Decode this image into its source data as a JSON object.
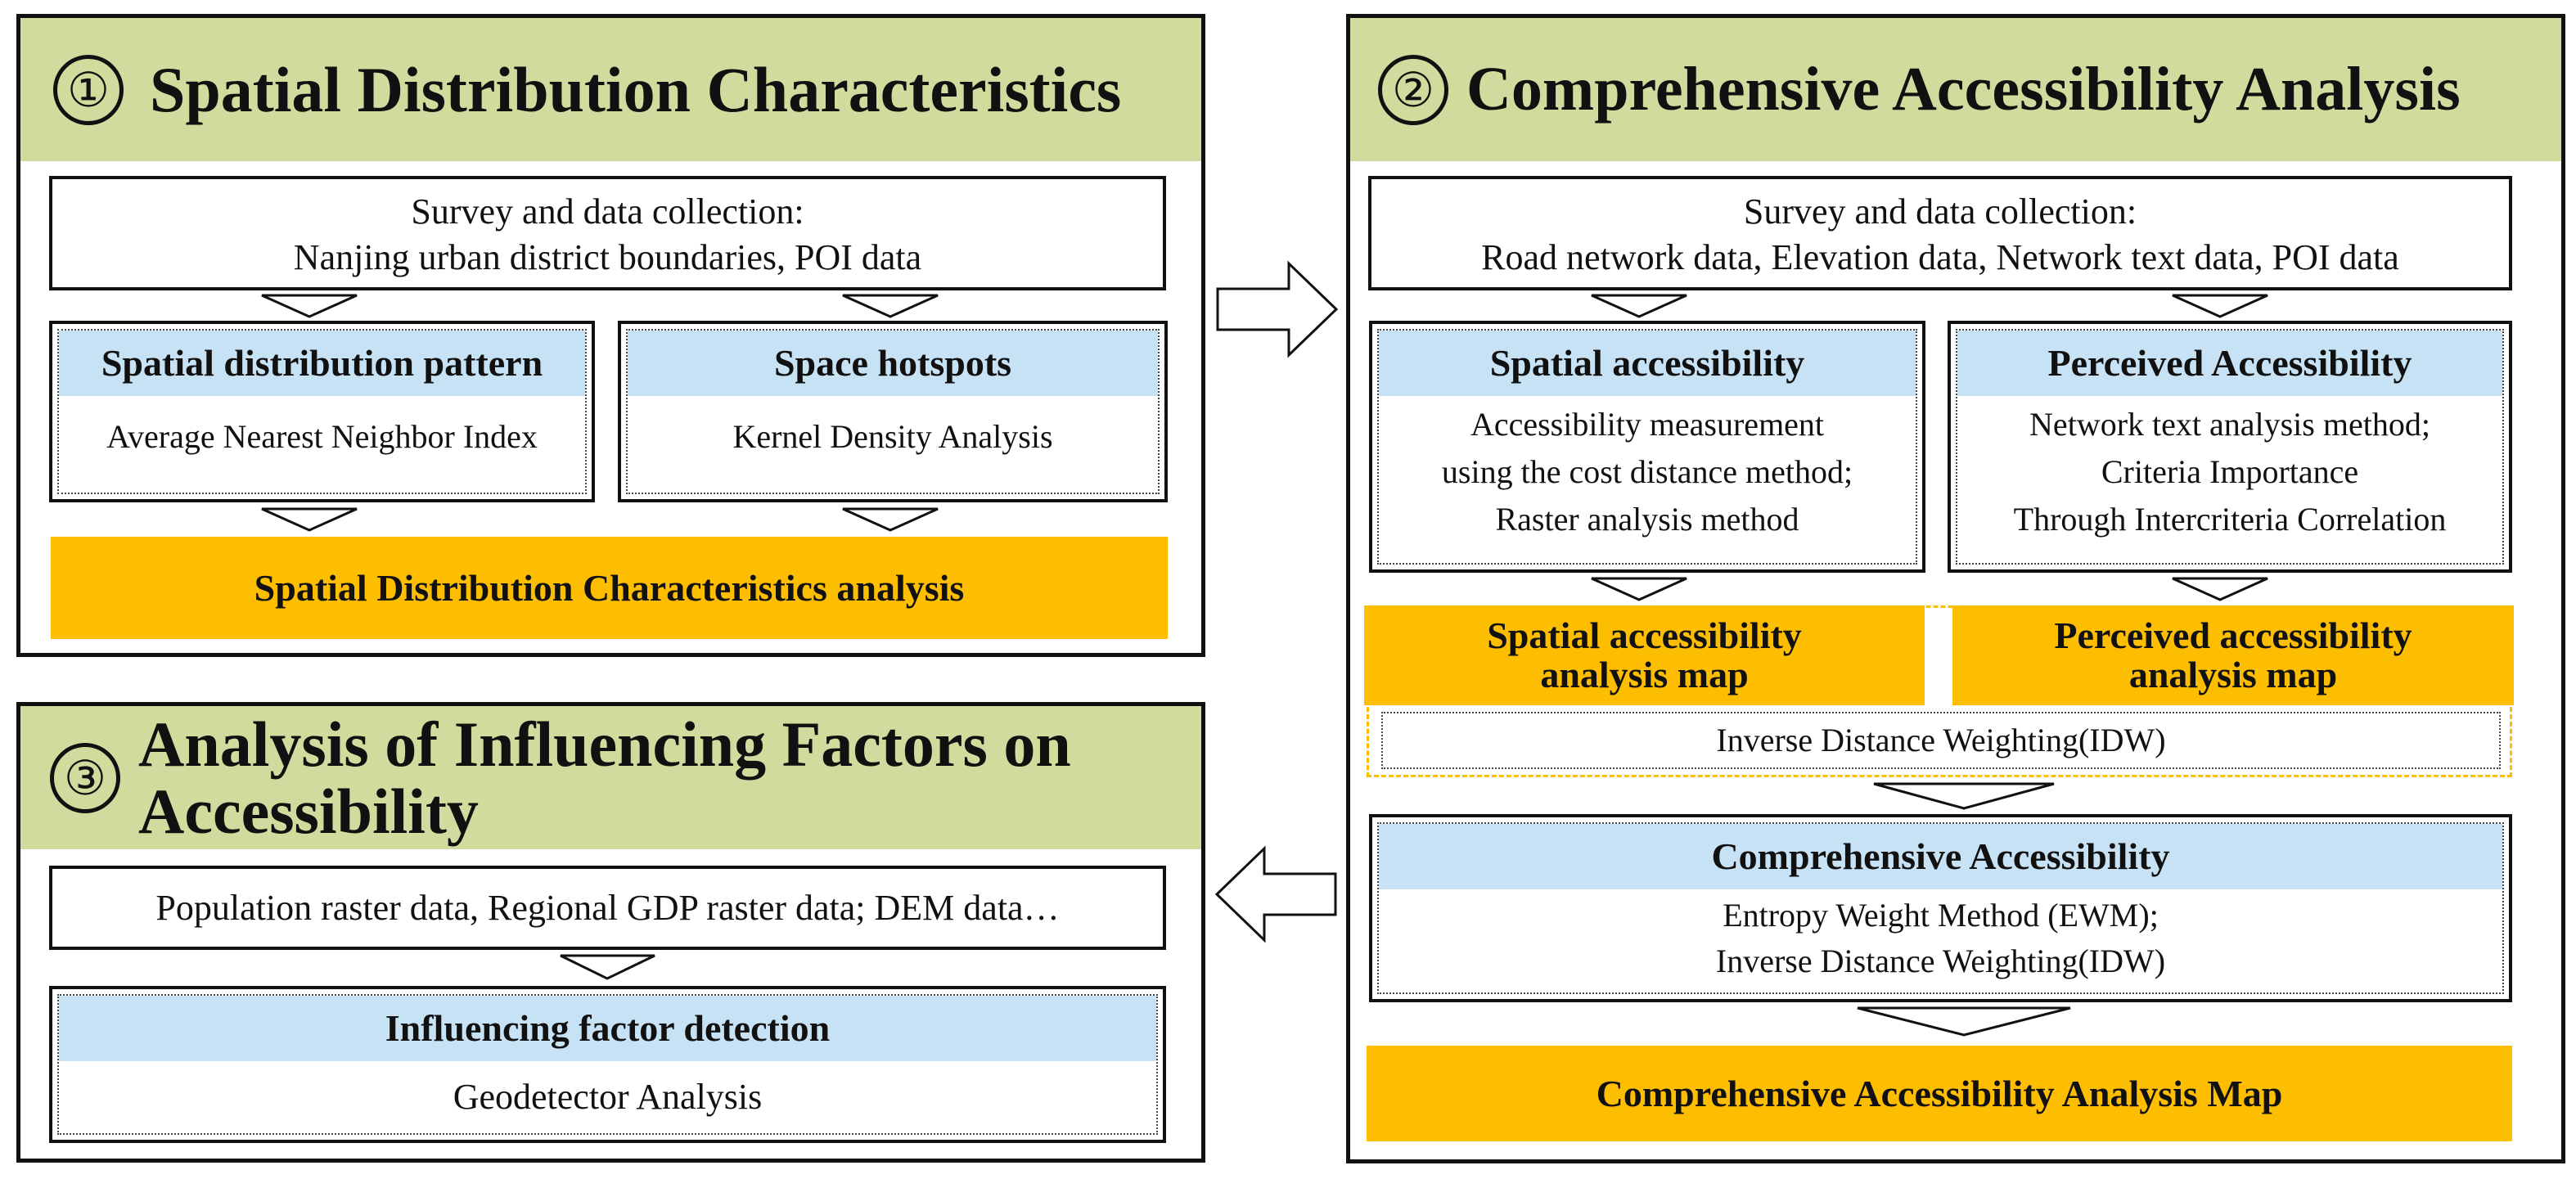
{
  "panel1": {
    "number": "①",
    "title": "Spatial Distribution Characteristics",
    "survey": [
      "Survey and data collection:",
      "Nanjing urban district boundaries,  POI data"
    ],
    "box_left": {
      "title": "Spatial distribution pattern",
      "body": "Average Nearest Neighbor Index"
    },
    "box_right": {
      "title": "Space hotspots",
      "body": "Kernel Density Analysis"
    },
    "result": "Spatial Distribution Characteristics analysis"
  },
  "panel2": {
    "number": "②",
    "title": "Comprehensive Accessibility Analysis",
    "survey": [
      "Survey and data collection:",
      "Road network data, Elevation data, Network text data,  POI data"
    ],
    "box_left": {
      "title": "Spatial accessibility",
      "body": [
        "Accessibility measurement",
        "using the cost distance method;",
        "Raster analysis method"
      ]
    },
    "box_right": {
      "title": "Perceived Accessibility",
      "body": [
        "Network text analysis method;",
        "Criteria Importance",
        "Through Intercriteria Correlation"
      ]
    },
    "map_left": [
      "Spatial accessibility",
      "analysis map"
    ],
    "map_right": [
      "Perceived accessibility",
      "analysis map"
    ],
    "idw": "Inverse Distance Weighting(IDW)",
    "comprehensive": {
      "title": "Comprehensive Accessibility",
      "body": [
        "Entropy Weight Method (EWM);",
        "Inverse Distance Weighting(IDW)"
      ]
    },
    "result": "Comprehensive Accessibility Analysis Map"
  },
  "panel3": {
    "number": "③",
    "title": [
      "Analysis of Influencing Factors on",
      "Accessibility"
    ],
    "data": "Population raster data, Regional GDP raster data; DEM data…",
    "box": {
      "title": "Influencing factor detection",
      "body": "Geodetector Analysis"
    }
  },
  "colors": {
    "header_green": "#cfdc9d",
    "label_blue": "#c8e2f5",
    "result_orange": "#fdbd00",
    "border": "#111111"
  },
  "icons": [
    "down-triangle-icon",
    "right-arrow-icon",
    "left-arrow-icon"
  ]
}
